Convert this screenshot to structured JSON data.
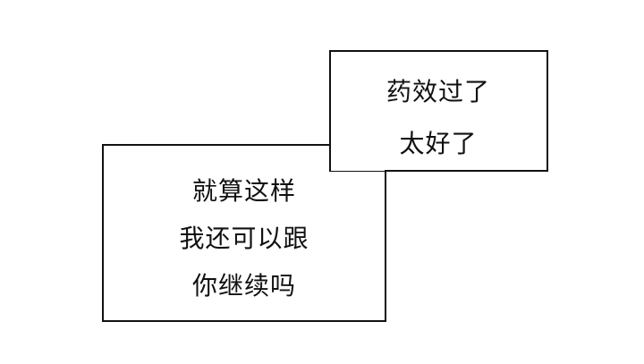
{
  "bubbles": {
    "top": {
      "lines": [
        "药效过了",
        "太好了"
      ]
    },
    "bottom": {
      "lines": [
        "就算这样",
        "我还可以跟",
        "你继续吗"
      ]
    }
  },
  "colors": {
    "background": "#ffffff",
    "border": "#111111",
    "text": "#111111"
  }
}
